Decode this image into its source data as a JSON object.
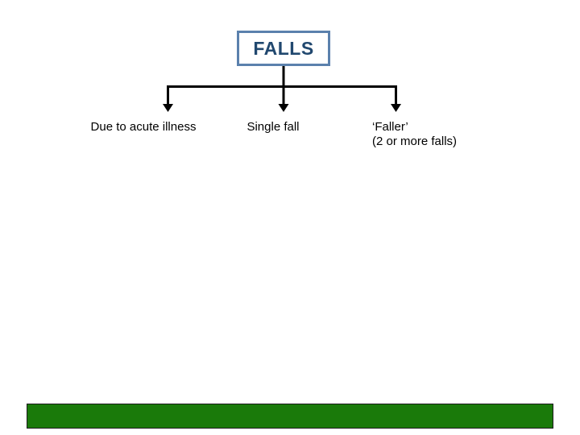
{
  "slide": {
    "background_color": "#ffffff",
    "title_box": {
      "text": "FALLS",
      "border_color": "#5b81ad",
      "text_color": "#21486f",
      "fill_color": "#ffffff"
    },
    "branches": [
      {
        "id": "branch-acute-illness",
        "label": "Due to acute illness"
      },
      {
        "id": "branch-single-fall",
        "label": "Single fall"
      },
      {
        "id": "branch-faller",
        "label": "‘Faller’\n(2 or more falls)"
      }
    ],
    "connector": {
      "color": "#000000",
      "description": "vertical stem from title box to horizontal bar with three down arrows"
    },
    "footer_bar": {
      "fill_color": "#1a7a0a",
      "border_color": "#1c1c1c",
      "label": ""
    }
  }
}
